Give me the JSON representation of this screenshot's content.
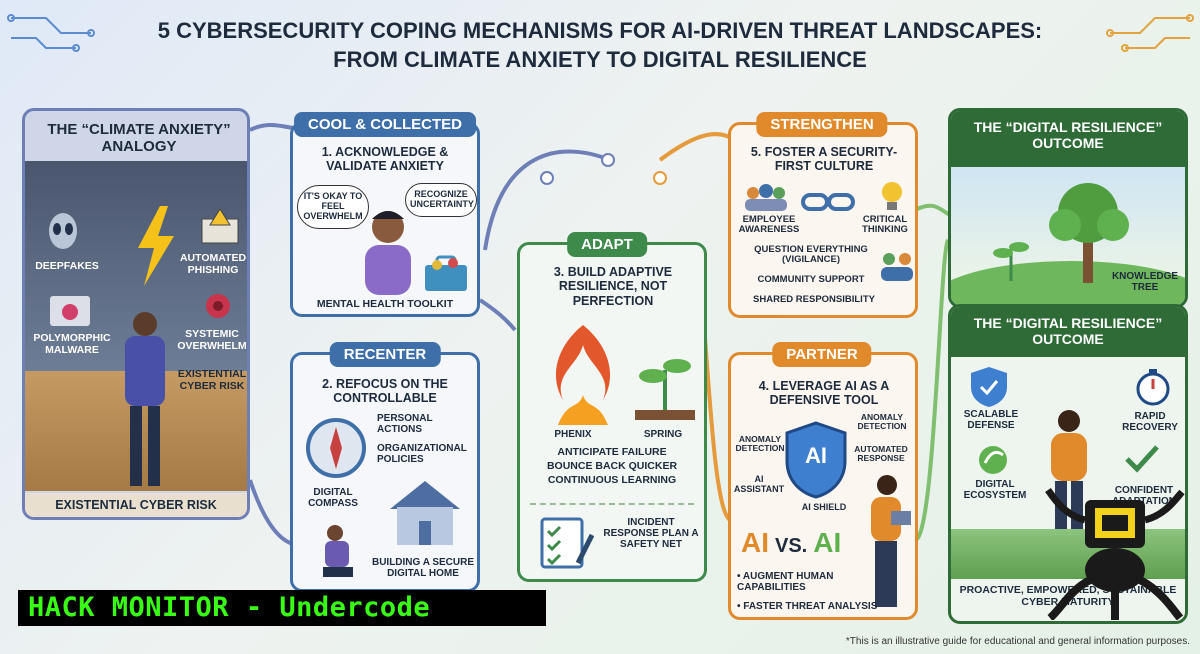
{
  "title": {
    "line1": "5 CYBERSECURITY COPING MECHANISMS FOR AI-DRIVEN THREAT LANDSCAPES:",
    "line2": "FROM CLIMATE ANXIETY TO DIGITAL RESILIENCE"
  },
  "left_panel": {
    "title": "THE “CLIMATE ANXIETY” ANALOGY",
    "labels": [
      "DEEPFAKES",
      "AUTOMATED PHISHING",
      "POLYMORPHIC MALWARE",
      "SYSTEMIC OVERWHELM",
      "EXISTENTIAL CYBER RISK"
    ],
    "footer": "EXISTENTIAL CYBER RISK"
  },
  "step1": {
    "tag": "COOL & COLLECTED",
    "title": "1. ACKNOWLEDGE & VALIDATE ANXIETY",
    "bubble1": "IT'S OKAY TO FEEL OVERWHELM",
    "bubble2": "RECOGNIZE UNCERTAINTY",
    "caption": "MENTAL HEALTH TOOLKIT"
  },
  "step2": {
    "tag": "RECENTER",
    "title": "2. REFOCUS ON THE CONTROLLABLE",
    "items": [
      "PERSONAL ACTIONS",
      "ORGANIZATIONAL POLICIES"
    ],
    "compass": "DIGITAL COMPASS",
    "home": "BUILDING A SECURE DIGITAL HOME"
  },
  "step3": {
    "tag": "ADAPT",
    "title": "3. BUILD ADAPTIVE RESILIENCE, NOT PERFECTION",
    "phenix": "PHENIX",
    "spring": "SPRING",
    "points": [
      "ANTICIPATE FAILURE",
      "BOUNCE BACK QUICKER",
      "CONTINUOUS LEARNING"
    ],
    "plan": "INCIDENT RESPONSE PLAN A SAFETY NET"
  },
  "step4": {
    "tag": "PARTNER",
    "title": "4. LEVERAGE AI AS A DEFENSIVE TOOL",
    "labels": [
      "ANOMALY DETECTION",
      "ANOMALY DETECTION",
      "AUTOMATED RESPONSE",
      "AI ASSISTANT",
      "AI SHIELD"
    ],
    "shield": "AI",
    "vs_left": "AI",
    "vs_mid": "VS.",
    "vs_right": "AI",
    "bullets": [
      "• AUGMENT HUMAN CAPABILITIES",
      "• FASTER THREAT ANALYSIS"
    ]
  },
  "step5": {
    "tag": "STRENGTHEN",
    "title": "5. FOSTER A SECURITY-FIRST CULTURE",
    "labels": [
      "EMPLOYEE AWARENESS",
      "CRITICAL THINKING",
      "QUESTION EVERYTHING (VIGILANCE)",
      "COMMUNITY SUPPORT",
      "SHARED RESPONSIBILITY"
    ]
  },
  "right_top": {
    "title": "THE “DIGITAL RESILIENCE” OUTCOME",
    "tree": "KNOWLEDGE TREE"
  },
  "right_bottom": {
    "title": "THE “DIGITAL RESILIENCE” OUTCOME",
    "labels": [
      "SCALABLE DEFENSE",
      "RAPID RECOVERY",
      "DIGITAL ECOSYSTEM",
      "CONFIDENT ADAPTATION"
    ],
    "footer": "PROACTIVE, EMPOWERED, SUSTAINABLE CYBER MATURITY"
  },
  "watermark": "HACK MONITOR - Undercode",
  "disclaimer": "*This is an illustrative guide for educational and general information purposes.",
  "colors": {
    "blue": "#3f6fa8",
    "green": "#3e8a4a",
    "orange": "#e08a2c",
    "dark_green": "#2f6b36",
    "watermark_green": "#39ff14"
  }
}
